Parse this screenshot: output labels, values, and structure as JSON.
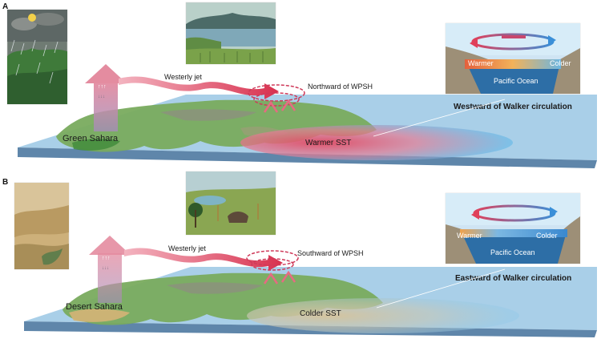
{
  "panels": [
    {
      "letter": "A",
      "sahara_label": "Green Sahara",
      "jet_label": "Westerly jet",
      "wpsh_label": "Northward of WPSH",
      "sst_label": "Warmer SST",
      "walker_label": "Westward of Walker circulation",
      "inset": {
        "warm_label": "Warmer",
        "cold_label": "Colder",
        "ocean_label": "Pacific Ocean"
      }
    },
    {
      "letter": "B",
      "sahara_label": "Desert Sahara",
      "jet_label": "Westerly jet",
      "wpsh_label": "Southward of WPSH",
      "sst_label": "Colder SST",
      "walker_label": "Eastward of Walker circulation",
      "inset": {
        "warm_label": "Warmer",
        "cold_label": "Colder",
        "ocean_label": "Pacific Ocean"
      }
    }
  ],
  "colors": {
    "warm": "#e0405a",
    "cold": "#3a8fd8",
    "ocean_slab": "#9ac4e4",
    "slab_side": "#5e84a8",
    "land": "#6fa860",
    "desert": "#c9a86a"
  }
}
